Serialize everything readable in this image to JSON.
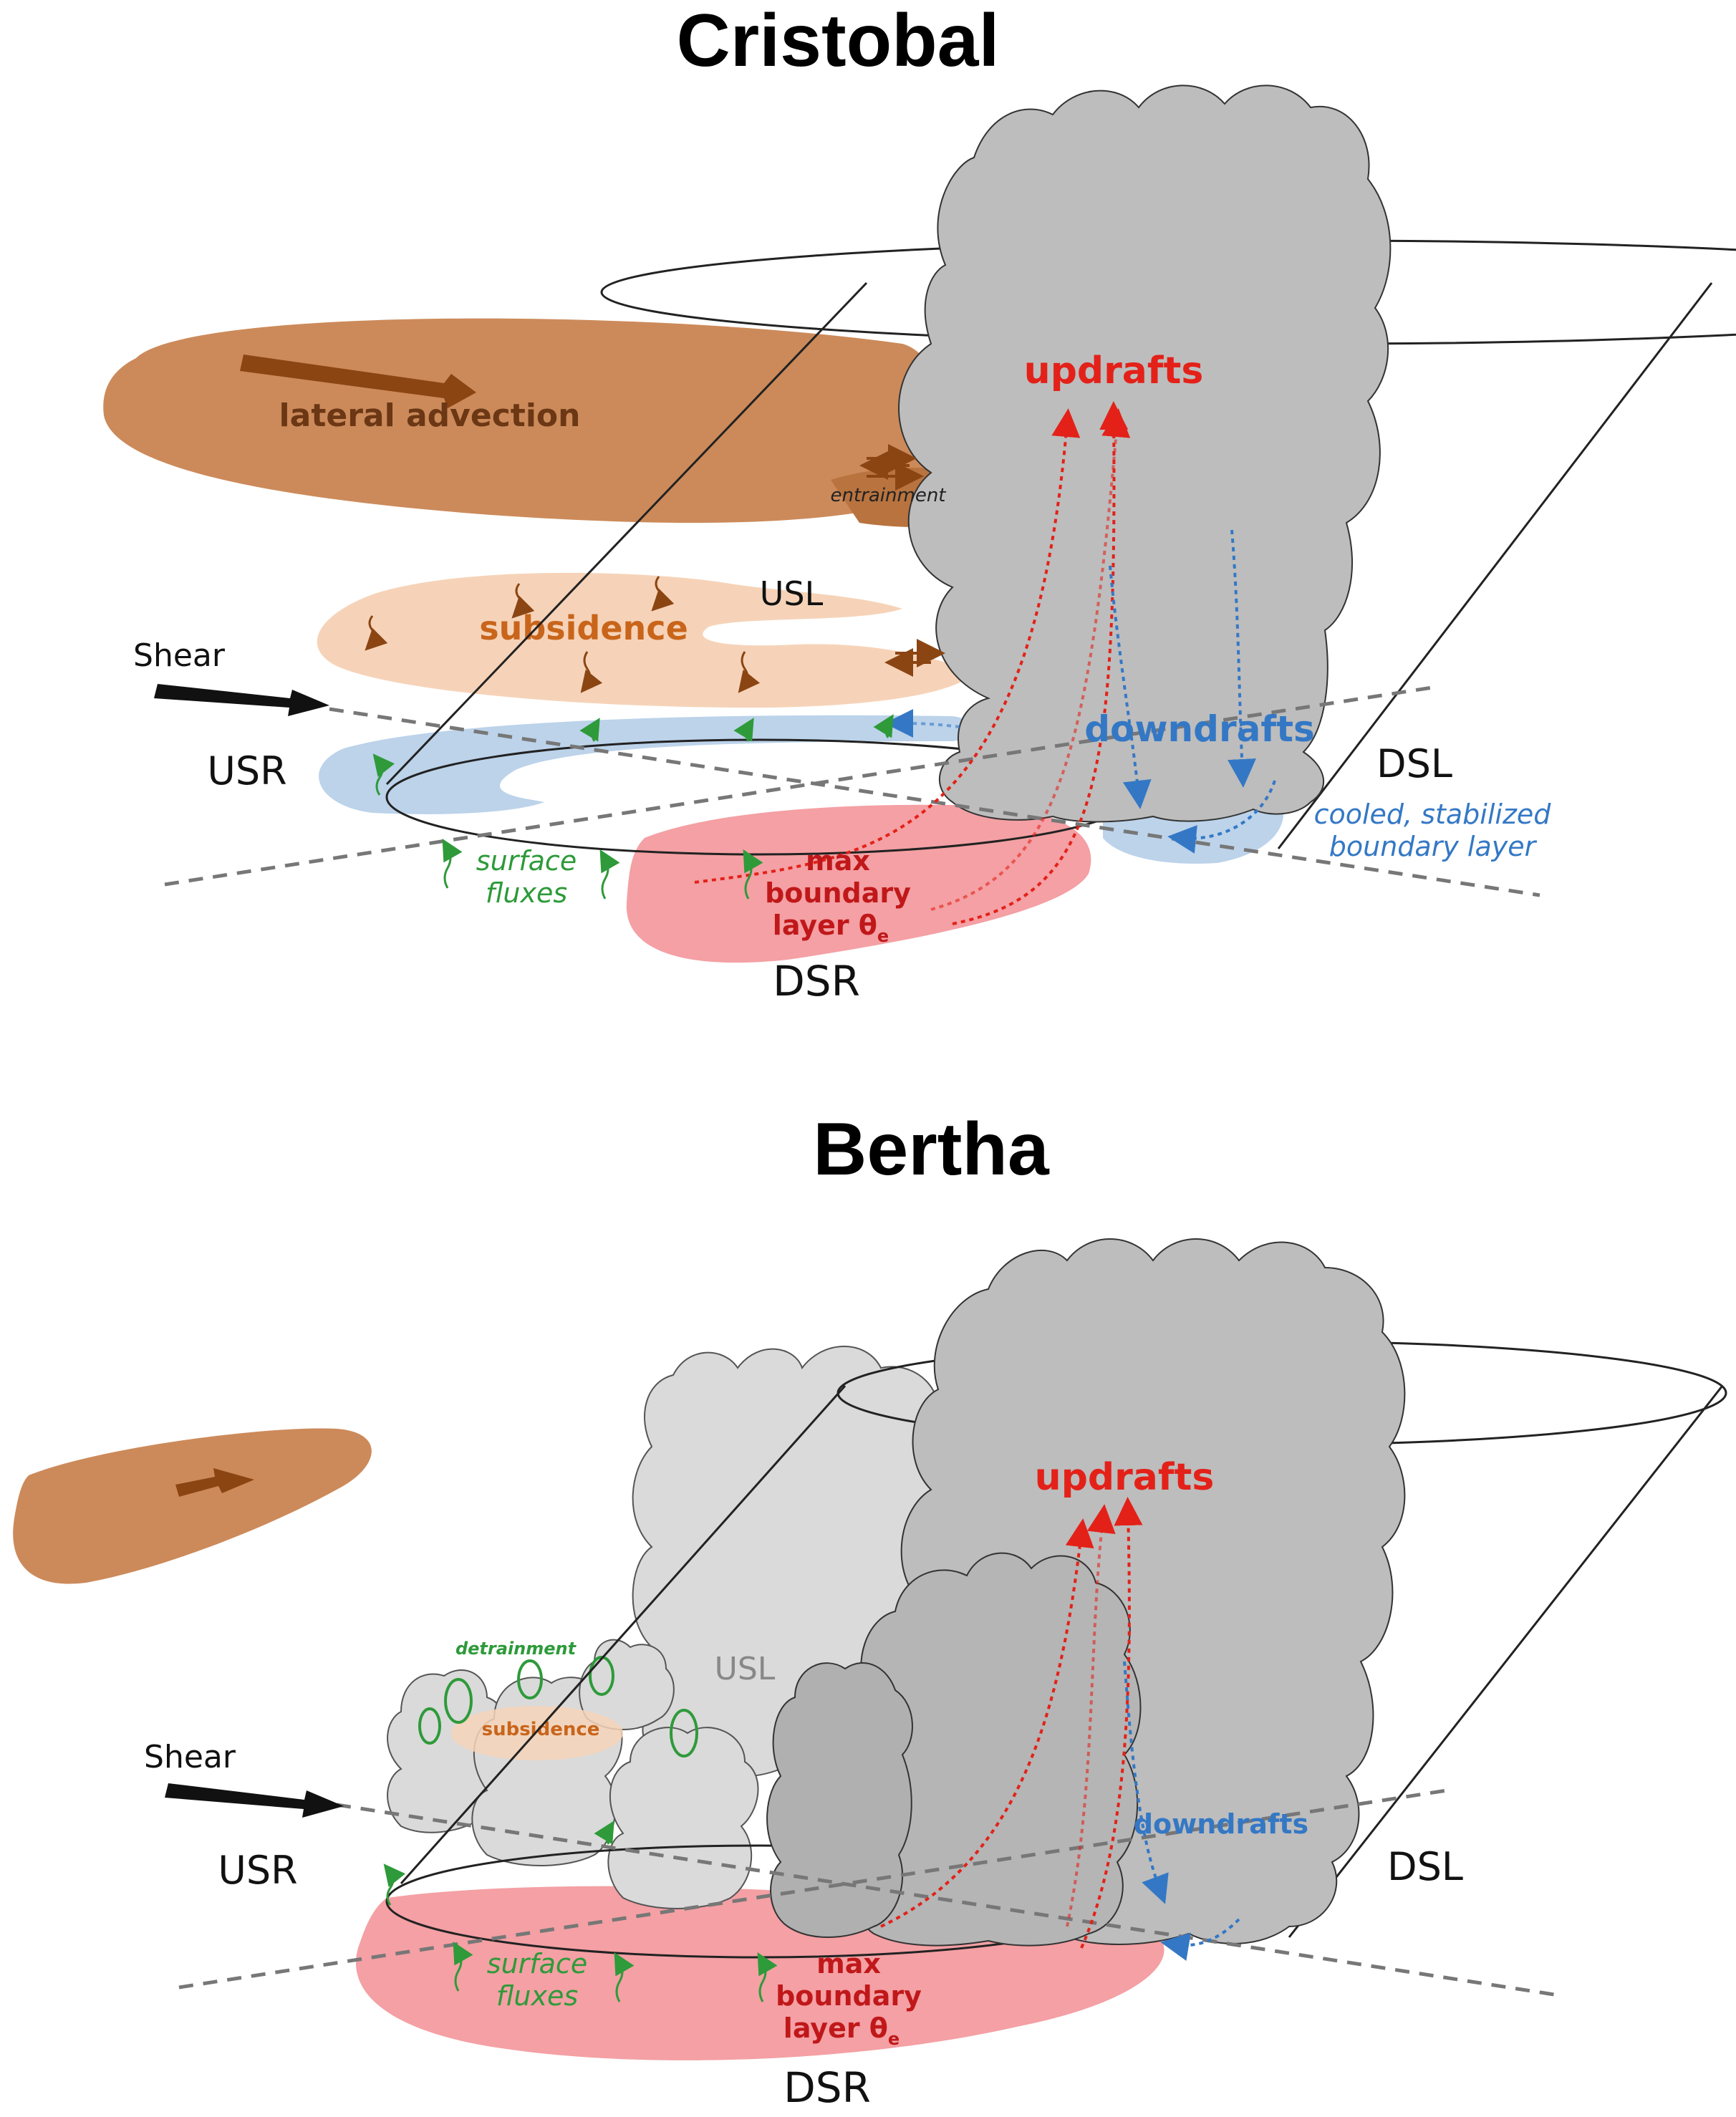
{
  "panels": [
    {
      "title": "Cristobal",
      "shear": "Shear",
      "usr": "USR",
      "dsl": "DSL",
      "dsr": "DSR",
      "usl": "USL",
      "updrafts": "updrafts",
      "downdrafts": "downdrafts",
      "lateral_advection": "lateral advection",
      "entrainment": "entrainment",
      "subsidence": "subsidence",
      "cooled_line1": "cooled, stabilized",
      "cooled_line2": "boundary layer",
      "surface_line1": "surface",
      "surface_line2": "fluxes",
      "max_line1": "max",
      "max_line2": "boundary",
      "max_line3": "layer θ",
      "max_sub": "e"
    },
    {
      "title": "Bertha",
      "shear": "Shear",
      "usr": "USR",
      "dsl": "DSL",
      "dsr": "DSR",
      "usl": "USL",
      "updrafts": "updrafts",
      "downdrafts": "downdrafts",
      "detrainment": "detrainment",
      "subsidence": "subsidence",
      "surface_line1": "surface",
      "surface_line2": "fluxes",
      "max_line1": "max",
      "max_line2": "boundary",
      "max_line3": "layer θ",
      "max_sub": "e"
    }
  ],
  "colors": {
    "cloud_dark": "#bdbdbd",
    "cloud_light": "#dadada",
    "advection": "#cc8a5a",
    "advection_arrow": "#8b4513",
    "subsidence_fill": "#f6d3b8",
    "subsidence_text": "#c8651b",
    "boundary_blue": "#bcd3ea",
    "dsr_red": "#f4a0a4",
    "updraft_red": "#e32119",
    "downdraft_blue": "#3478c5",
    "flux_green": "#2e9a3a"
  }
}
